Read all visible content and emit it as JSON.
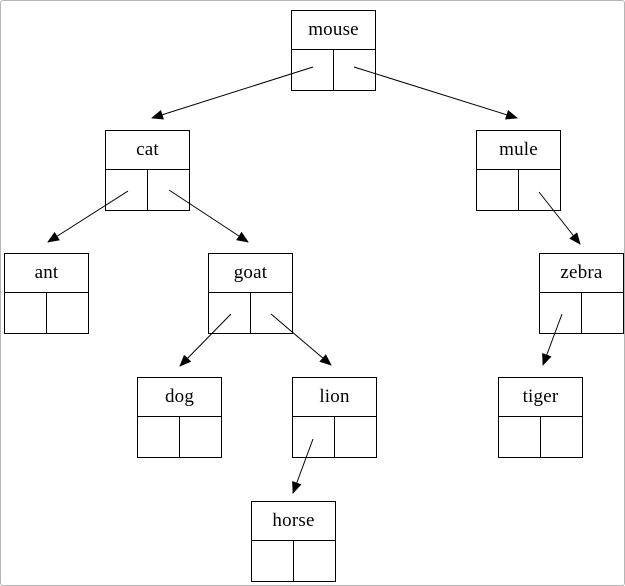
{
  "page": {
    "background": "#ffffff",
    "border_color": "#b5b5b5",
    "line_color": "#000000"
  },
  "tree": {
    "type": "binary-search-tree",
    "nodes": [
      {
        "id": "mouse",
        "label": "mouse"
      },
      {
        "id": "cat",
        "label": "cat"
      },
      {
        "id": "mule",
        "label": "mule"
      },
      {
        "id": "ant",
        "label": "ant"
      },
      {
        "id": "goat",
        "label": "goat"
      },
      {
        "id": "zebra",
        "label": "zebra"
      },
      {
        "id": "dog",
        "label": "dog"
      },
      {
        "id": "lion",
        "label": "lion"
      },
      {
        "id": "tiger",
        "label": "tiger"
      },
      {
        "id": "horse",
        "label": "horse"
      }
    ],
    "edges": [
      {
        "from": "mouse",
        "pointer": "left",
        "to": "cat"
      },
      {
        "from": "mouse",
        "pointer": "right",
        "to": "mule"
      },
      {
        "from": "cat",
        "pointer": "left",
        "to": "ant"
      },
      {
        "from": "cat",
        "pointer": "right",
        "to": "goat"
      },
      {
        "from": "mule",
        "pointer": "right",
        "to": "zebra"
      },
      {
        "from": "goat",
        "pointer": "left",
        "to": "dog"
      },
      {
        "from": "goat",
        "pointer": "right",
        "to": "lion"
      },
      {
        "from": "zebra",
        "pointer": "left",
        "to": "tiger"
      },
      {
        "from": "lion",
        "pointer": "left",
        "to": "horse"
      }
    ]
  }
}
